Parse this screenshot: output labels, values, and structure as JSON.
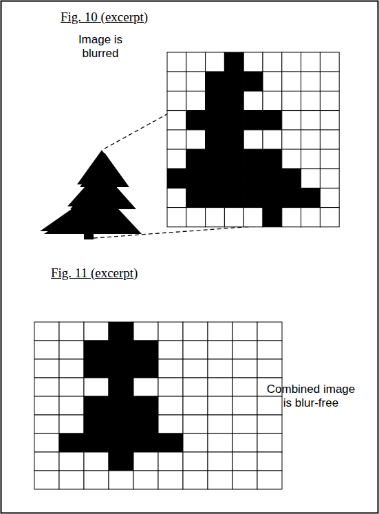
{
  "diagram": {
    "labels": [
      "Fig. 10 (excerpt)",
      "Image is blurred",
      "Fig. 11 (excerpt)",
      "Combined image is blur-free"
    ]
  }
}
